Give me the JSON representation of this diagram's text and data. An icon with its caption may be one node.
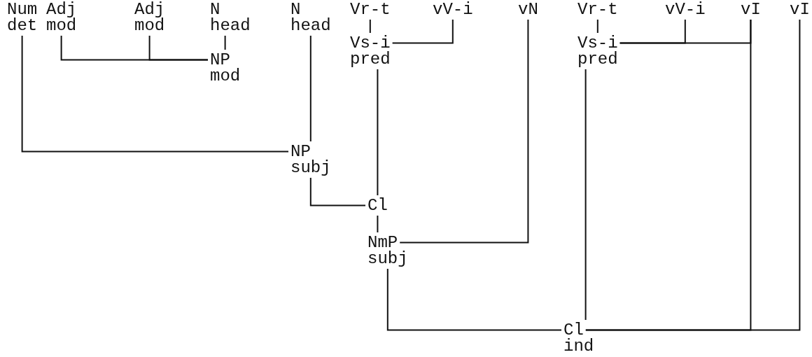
{
  "diagram": {
    "nodes": [
      {
        "text": [
          "Num",
          "det"
        ]
      },
      {
        "text": [
          "Adj",
          "mod"
        ]
      },
      {
        "text": [
          "Adj",
          "mod"
        ]
      },
      {
        "text": [
          "N",
          "head"
        ]
      },
      {
        "text": [
          "N",
          "head"
        ]
      },
      {
        "text": [
          "Vr-t"
        ]
      },
      {
        "text": [
          "vV-i"
        ]
      },
      {
        "text": [
          "vN"
        ]
      },
      {
        "text": [
          "Vr-t"
        ]
      },
      {
        "text": [
          "vV-i"
        ]
      },
      {
        "text": [
          "vI"
        ]
      },
      {
        "text": [
          "vI"
        ]
      },
      {
        "text": [
          "Vs-i",
          "pred"
        ]
      },
      {
        "text": [
          "Vs-i",
          "pred"
        ]
      },
      {
        "text": [
          "NP",
          "mod"
        ]
      },
      {
        "text": [
          "NP",
          "subj"
        ]
      },
      {
        "text": [
          "Cl"
        ]
      },
      {
        "text": [
          "NmP",
          "subj"
        ]
      },
      {
        "text": [
          "Cl",
          "ind"
        ]
      }
    ],
    "edges": [
      {
        "from": 1,
        "to": 14,
        "arrow": "none"
      },
      {
        "from": 2,
        "to": 14,
        "arrow": "none"
      },
      {
        "from": 3,
        "to": 14,
        "arrow": "none"
      },
      {
        "from": 0,
        "to": 15,
        "arrow": "none"
      },
      {
        "from": 4,
        "to": 15,
        "arrow": "none"
      },
      {
        "from": 5,
        "to": 12,
        "arrow": "none"
      },
      {
        "from": 6,
        "to": 12,
        "arrow": "none"
      },
      {
        "from": 15,
        "to": 16,
        "arrow": "none"
      },
      {
        "from": 12,
        "to": 16,
        "arrow": "none"
      },
      {
        "from": 16,
        "to": 17,
        "arrow": "none"
      },
      {
        "from": 7,
        "to": 17,
        "arrow": "none"
      },
      {
        "from": 8,
        "to": 13,
        "arrow": "none"
      },
      {
        "from": 9,
        "to": 13,
        "arrow": "none"
      },
      {
        "from": 10,
        "to": 13,
        "arrow": "none"
      },
      {
        "from": 17,
        "to": 18,
        "arrow": "none"
      },
      {
        "from": 13,
        "to": 18,
        "arrow": "none"
      },
      {
        "from": 10,
        "to": 18,
        "arrow": "none"
      },
      {
        "from": 11,
        "to": 18,
        "arrow": "none"
      }
    ]
  }
}
